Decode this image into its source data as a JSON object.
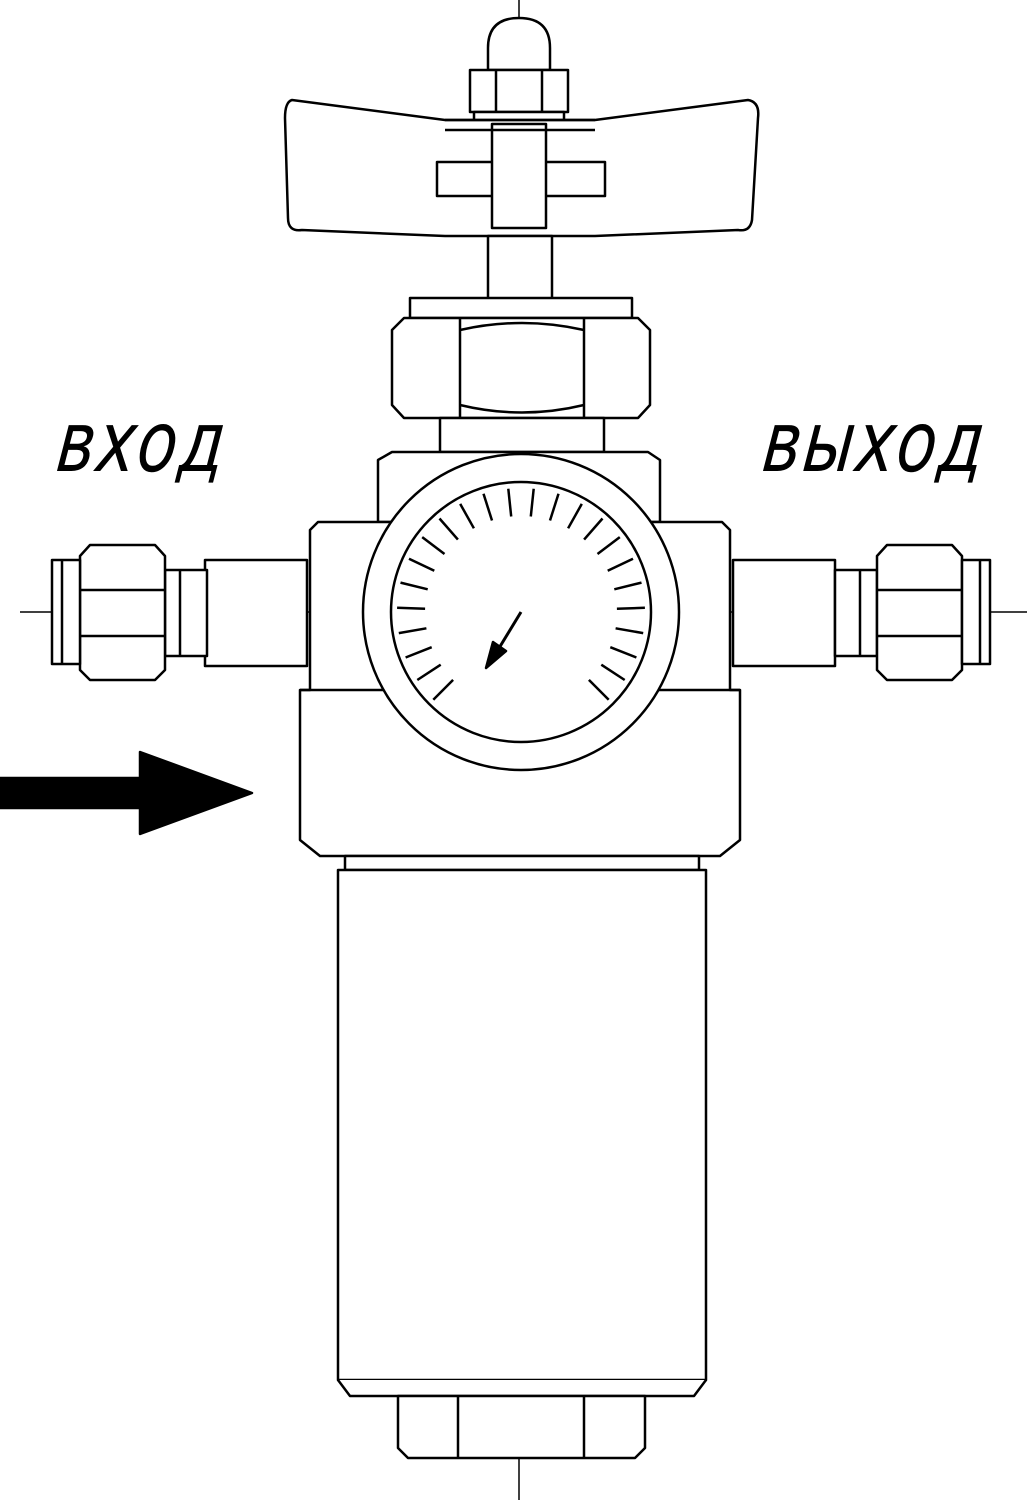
{
  "labels": {
    "inlet": "вход",
    "outlet": "выход"
  },
  "colors": {
    "line": "#000000",
    "background": "#ffffff"
  },
  "gauge": {
    "tick_count": 24
  }
}
